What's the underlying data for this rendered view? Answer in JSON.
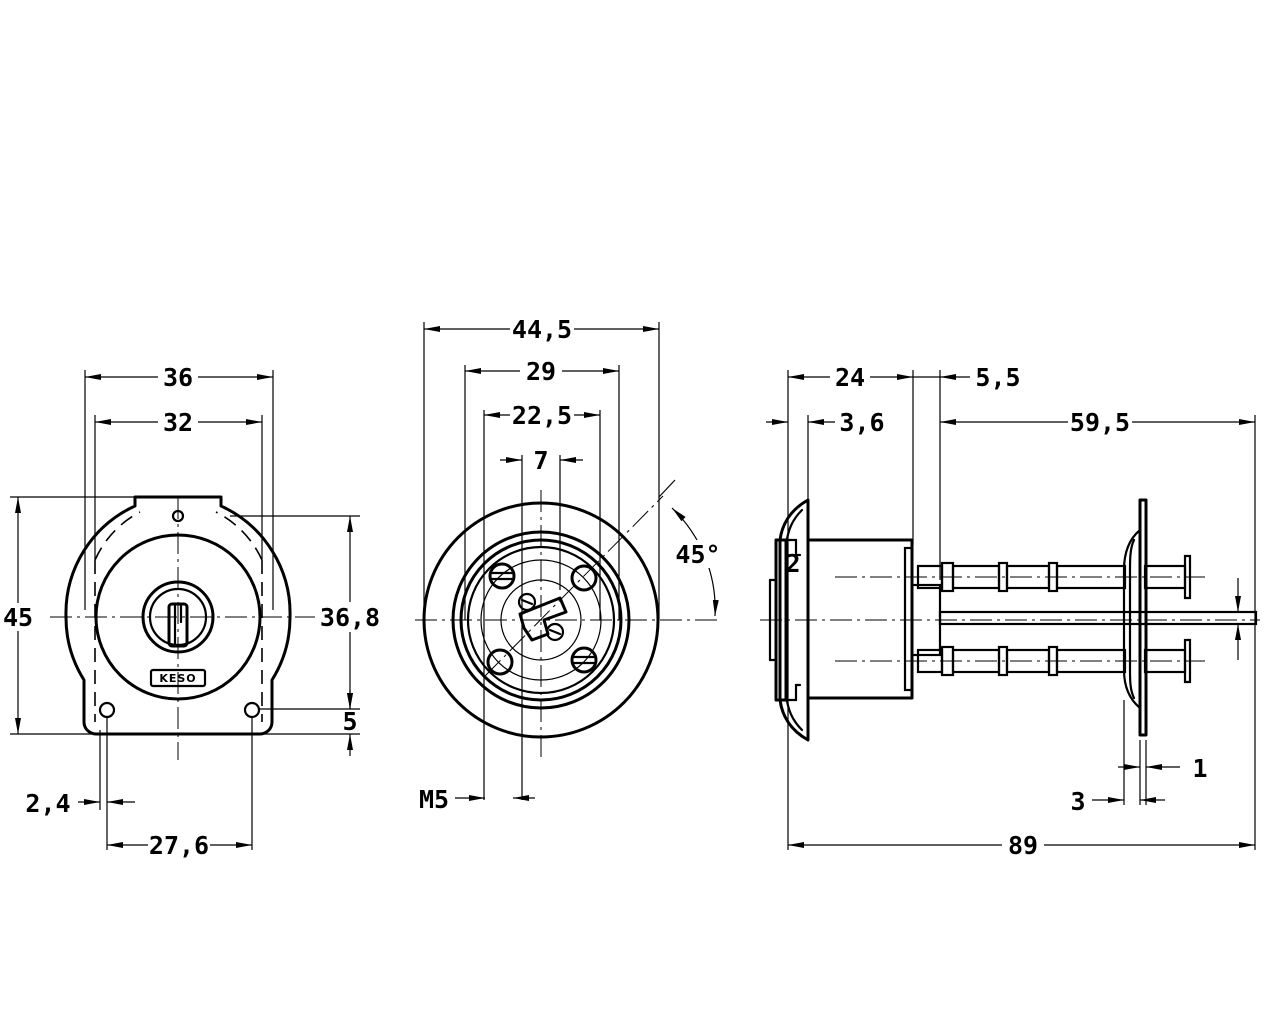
{
  "front_view": {
    "dims": {
      "width_outer": "36",
      "width_inner": "32",
      "height_total": "45",
      "height_body": "36,8",
      "height_foot": "5",
      "foot_offset": "2,4",
      "hole_spacing": "27,6"
    },
    "logo_text": "KESO"
  },
  "back_view": {
    "dims": {
      "diameter_outer": "44,5",
      "diameter_ring": "29",
      "screw_circle": "22,5",
      "center_width": "7",
      "angle": "45°",
      "thread": "M5"
    }
  },
  "side_view": {
    "dims": {
      "body_length": "24",
      "flange": "3,6",
      "gap": "5,5",
      "rod_length": "59,5",
      "side_small": "2",
      "plate_thickness": "1",
      "plate_gap": "3",
      "total_length": "89"
    }
  }
}
